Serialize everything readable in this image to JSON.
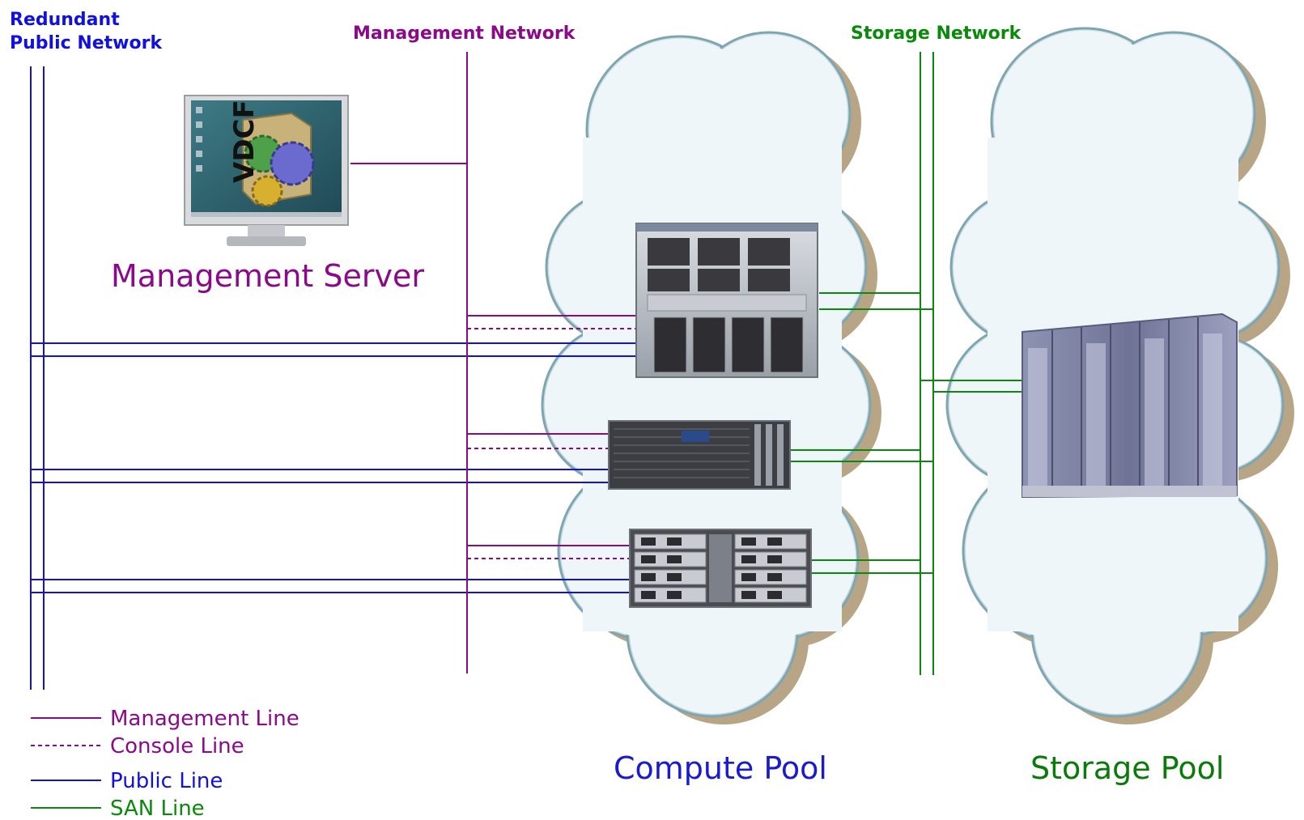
{
  "headers": {
    "public_network_line1": "Redundant",
    "public_network_line2": "Public Network",
    "management_network": "Management Network",
    "storage_network": "Storage Network"
  },
  "management_server": {
    "label": "Management Server",
    "screen_text": "VDCF"
  },
  "pools": {
    "compute": "Compute Pool",
    "storage": "Storage Pool"
  },
  "legend": [
    {
      "key": "management",
      "label": "Management Line",
      "style": "solid"
    },
    {
      "key": "console",
      "label": "Console Line",
      "style": "dashed"
    },
    {
      "key": "public",
      "label": "Public Line",
      "style": "solid"
    },
    {
      "key": "san",
      "label": "SAN Line",
      "style": "solid"
    }
  ],
  "colors": {
    "public": "#1010e0",
    "management": "#8a0a8a",
    "san": "#0a8a0a",
    "compute_title": "#1a1ad0",
    "storage_title": "#0a7a0a",
    "cloud_fill": "#e6f1f5",
    "cloud_edge": "#7fa6b0",
    "cloud_shadow": "#b7a586"
  }
}
